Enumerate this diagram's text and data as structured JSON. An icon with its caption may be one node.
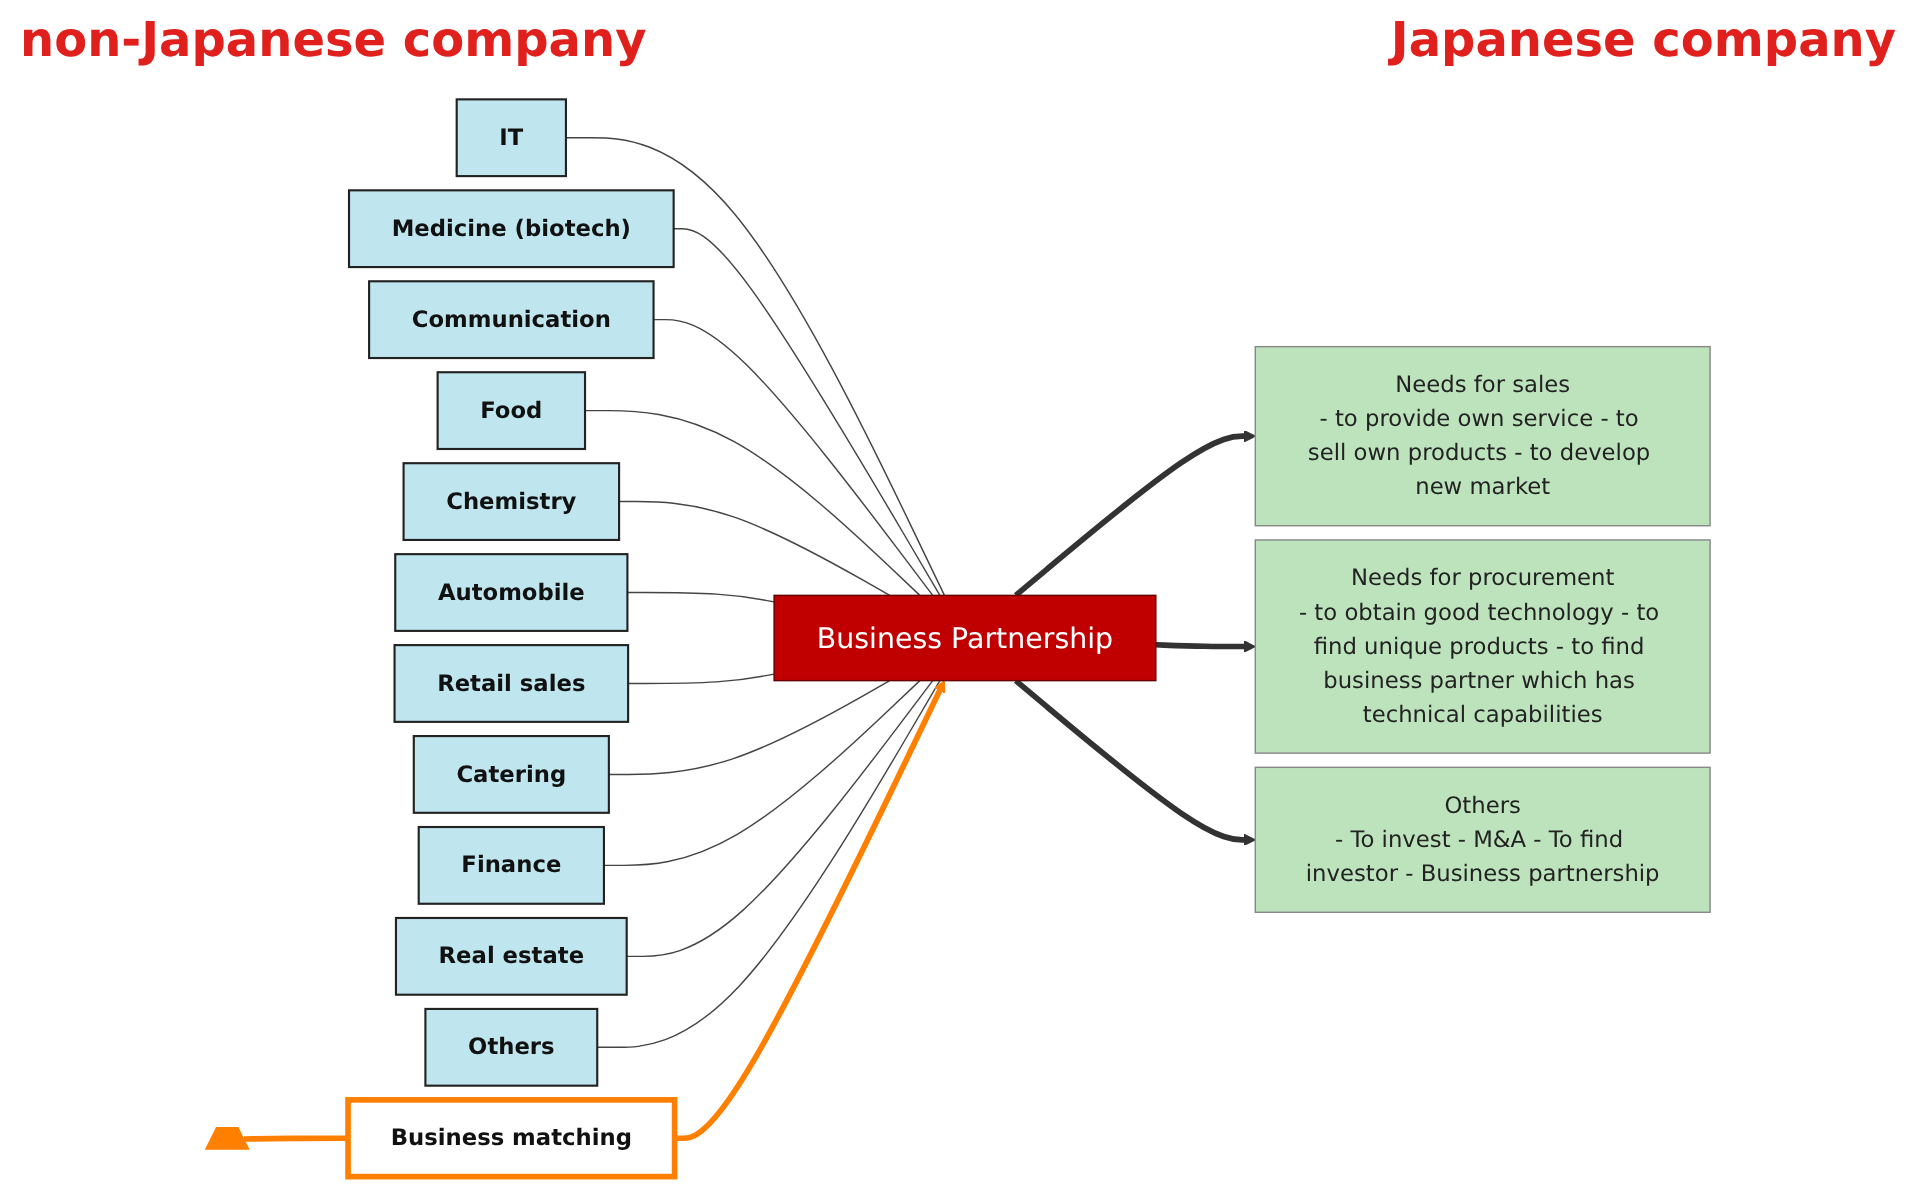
{
  "diagram": {
    "nodes": [
      {
        "text": [
          "IT"
        ]
      },
      {
        "text": [
          "Medicine (biotech)"
        ]
      },
      {
        "text": [
          "Communication"
        ]
      },
      {
        "text": [
          "Food"
        ]
      },
      {
        "text": [
          "Chemistry"
        ]
      },
      {
        "text": [
          "Automobile"
        ]
      },
      {
        "text": [
          "Retail sales"
        ]
      },
      {
        "text": [
          "Catering"
        ]
      },
      {
        "text": [
          "Finance"
        ]
      },
      {
        "text": [
          "Real estate"
        ]
      },
      {
        "text": [
          "Others"
        ]
      },
      {
        "text": [
          "Business Partnership"
        ]
      },
      {
        "text": [
          "Needs for sales",
          "- to provide own service - to sell own products - to develop new market"
        ]
      },
      {
        "text": [
          "Needs for procurement",
          "- to obtain good technology - to find unique products - to find business partner which has technical capabilities"
        ]
      },
      {
        "text": [
          "Others",
          "- To invest - M&A - To find investor - Business partnership"
        ]
      },
      {
        "text": [
          "Business matching"
        ]
      },
      {
        "text": [],
        "shape": "box"
      }
    ],
    "edges": [
      {
        "from": 0,
        "to": 11,
        "arrow": "none"
      },
      {
        "from": 1,
        "to": 11,
        "arrow": "none"
      },
      {
        "from": 2,
        "to": 11,
        "arrow": "none"
      },
      {
        "from": 3,
        "to": 11,
        "arrow": "none"
      },
      {
        "from": 4,
        "to": 11,
        "arrow": "none"
      },
      {
        "from": 5,
        "to": 11,
        "arrow": "none"
      },
      {
        "from": 6,
        "to": 11,
        "arrow": "none"
      },
      {
        "from": 7,
        "to": 11,
        "arrow": "none"
      },
      {
        "from": 8,
        "to": 11,
        "arrow": "none"
      },
      {
        "from": 9,
        "to": 11,
        "arrow": "none"
      },
      {
        "from": 10,
        "to": 11,
        "arrow": "none"
      },
      {
        "from": 11,
        "to": 12,
        "arrow": "to",
        "style": "thick"
      },
      {
        "from": 11,
        "to": 13,
        "arrow": "to",
        "style": "thick"
      },
      {
        "from": 11,
        "to": 14,
        "arrow": "to",
        "style": "thick"
      },
      {
        "from": 16,
        "to": 15,
        "arrow": "none",
        "style": "thick",
        "color": "#ff8000"
      },
      {
        "from": 15,
        "to": 11,
        "arrow": "to",
        "style": "thick",
        "color": "#ff8000"
      }
    ],
    "labels": [
      "non-Japanese company",
      "Japanese company"
    ]
  }
}
